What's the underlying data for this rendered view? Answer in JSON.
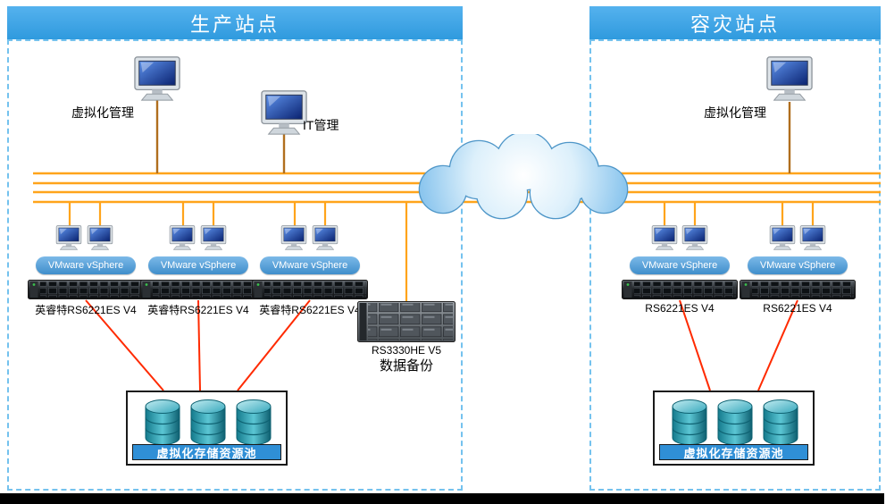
{
  "sites": {
    "production": {
      "title": "生产站点",
      "mgmt_virtualization": "虚拟化管理",
      "mgmt_it": "IT管理",
      "clusters": [
        {
          "pill": "VMware vSphere",
          "server": "英睿特RS6221ES V4"
        },
        {
          "pill": "VMware vSphere",
          "server": "英睿特RS6221ES V4"
        },
        {
          "pill": "VMware vSphere",
          "server": "英睿特RS6221ES V4"
        }
      ],
      "backup_model": "RS3330HE V5",
      "backup_label": "数据备份",
      "storage_pool": "虚拟化存储资源池"
    },
    "recovery": {
      "title": "容灾站点",
      "mgmt_virtualization": "虚拟化管理",
      "clusters": [
        {
          "pill": "VMware vSphere",
          "server": "RS6221ES V4"
        },
        {
          "pill": "VMware vSphere",
          "server": "RS6221ES V4"
        }
      ],
      "storage_pool": "虚拟化存储资源池"
    }
  },
  "icons": {
    "desktop": "desktop-computer",
    "server": "rack-server",
    "backup": "backup-rack-server",
    "storage": "database-cylinder",
    "cloud": "network-cloud"
  },
  "colors": {
    "header_blue": "#3FA5E8",
    "dashed_border": "#74C2EE",
    "bus_orange": "#FFA41B",
    "mgmt_drop_brown": "#B06E1E",
    "link_red": "#FF2A00",
    "pill_blue": "#3F8ECB",
    "storage_bar_blue": "#2F8FD6",
    "cylinder_teal": "#2E9BAB"
  }
}
